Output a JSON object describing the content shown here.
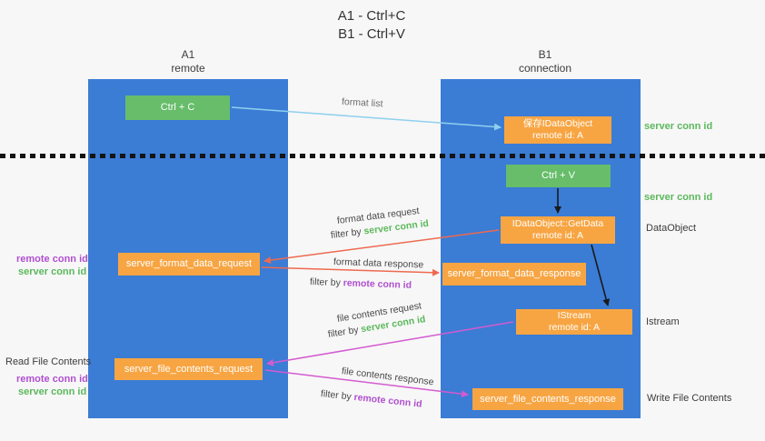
{
  "title": {
    "line1": "A1 - Ctrl+C",
    "line2": "B1 - Ctrl+V"
  },
  "columns": {
    "left": {
      "name": "A1",
      "role": "remote"
    },
    "right": {
      "name": "B1",
      "role": "connection"
    }
  },
  "boxes": {
    "ctrl_c": "Ctrl + C",
    "ctrl_v": "Ctrl + V",
    "save_dataobject": {
      "line1": "保存IDataObject",
      "line2": "remote id: A"
    },
    "getdata": {
      "line1": "IDataObject::GetData",
      "line2": "remote id: A"
    },
    "istream": {
      "line1": "IStream",
      "line2": "remote id: A"
    },
    "format_request": "server_format_data_request",
    "format_response": "server_format_data_response",
    "file_request": "server_file_contents_request",
    "file_response": "server_file_contents_response"
  },
  "arrow_labels": {
    "format_list": "format list",
    "format_data_request": "format data request",
    "format_data_response": "format data response",
    "file_contents_request": "file contents request",
    "file_contents_response": "file contents response",
    "filter_by": "filter by ",
    "server_conn_id": "server conn id",
    "remote_conn_id": "remote conn id"
  },
  "side_labels": {
    "server_conn_id": "server conn id",
    "remote_conn_id": "remote conn id",
    "dataobject": "DataObject",
    "istream": "Istream",
    "read_file_contents": "Read File Contents",
    "write_file_contents": "Write File Contents"
  },
  "colors": {
    "column_blue": "#3b7cd5",
    "box_green": "#67bd6a",
    "box_orange": "#f7a543",
    "green_text": "#5cb85c",
    "purple_text": "#b04fd0",
    "red_arrow": "#ee6a50",
    "magenta_arrow": "#d45bd0",
    "blue_arrow": "#8fd0ee",
    "black_arrow": "#1a1a1a"
  }
}
